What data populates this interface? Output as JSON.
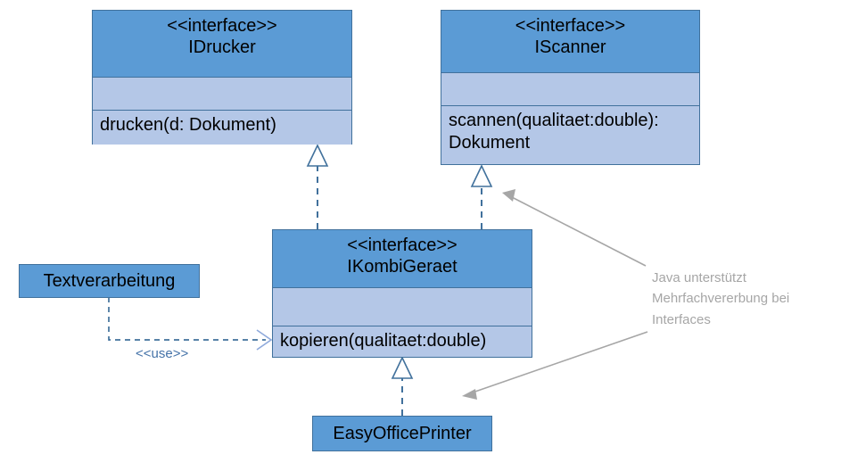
{
  "diagram": {
    "kind": "uml-class-diagram",
    "language": "de",
    "colors": {
      "header_fill": "#5B9BD5",
      "compartment_fill": "#B4C7E7",
      "border": "#41719C",
      "dashed_edge": "#41719C",
      "note_gray": "#A6A6A6",
      "use_label": "#4472A8",
      "background": "#FFFFFF"
    }
  },
  "classes": {
    "idrucker": {
      "stereotype": "<<interface>>",
      "name": "IDrucker",
      "attributes": [],
      "operations": [
        "drucken(d: Dokument)"
      ]
    },
    "iscanner": {
      "stereotype": "<<interface>>",
      "name": "IScanner",
      "attributes": [],
      "operations": [
        "scannen(qualitaet:double):",
        "Dokument"
      ]
    },
    "ikombigeraet": {
      "stereotype": "<<interface>>",
      "name": "IKombiGeraet",
      "attributes": [],
      "operations": [
        "kopieren(qualitaet:double)"
      ]
    },
    "textverarbeitung": {
      "name": "Textverarbeitung"
    },
    "easyofficeprinter": {
      "name": "EasyOfficePrinter"
    }
  },
  "relationships": {
    "use_label": "<<use>>",
    "items": [
      {
        "from": "IKombiGeraet",
        "to": "IDrucker",
        "type": "realization"
      },
      {
        "from": "IKombiGeraet",
        "to": "IScanner",
        "type": "realization"
      },
      {
        "from": "EasyOfficePrinter",
        "to": "IKombiGeraet",
        "type": "realization"
      },
      {
        "from": "Textverarbeitung",
        "to": "IKombiGeraet",
        "type": "dependency",
        "label": "<<use>>"
      }
    ]
  },
  "note": {
    "lines": [
      "Java unterstützt",
      "Mehrfachvererbung bei",
      "Interfaces"
    ],
    "points_to": [
      "IScanner",
      "IKombiGeraet"
    ]
  }
}
